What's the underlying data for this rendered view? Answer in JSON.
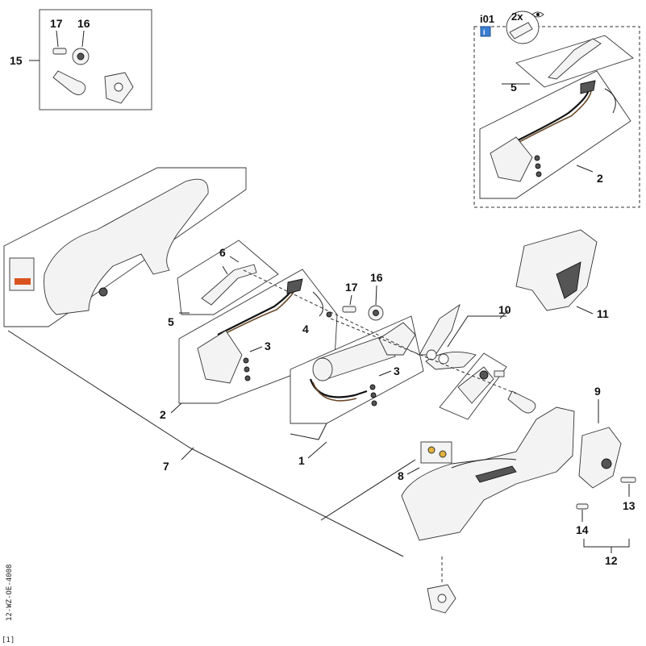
{
  "diagram": {
    "callouts": [
      "1",
      "2",
      "3",
      "4",
      "5",
      "6",
      "7",
      "8",
      "9",
      "10",
      "11",
      "12",
      "13",
      "14",
      "15",
      "16",
      "17"
    ],
    "inset": {
      "info_label": "i01",
      "multiplier": "2x"
    },
    "side_code": "12-WZ-OE-4008",
    "corner_mark": "[1]"
  }
}
